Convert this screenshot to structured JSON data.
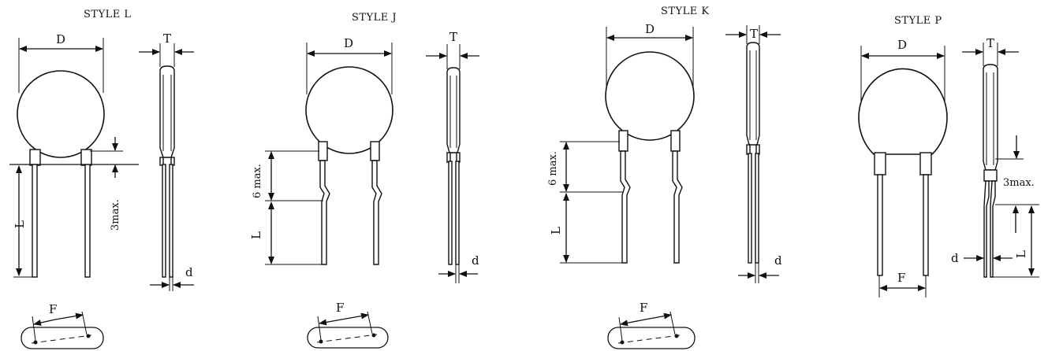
{
  "styles": [
    {
      "title": "STYLE L",
      "labels": {
        "D": "D",
        "T": "T",
        "L": "L",
        "d": "d",
        "F": "F",
        "max": "3max."
      }
    },
    {
      "title": "STYLE J",
      "labels": {
        "D": "D",
        "T": "T",
        "L": "L",
        "d": "d",
        "F": "F",
        "max": "6 max."
      }
    },
    {
      "title": "STYLE K",
      "labels": {
        "D": "D",
        "T": "T",
        "L": "L",
        "d": "d",
        "F": "F",
        "max": "6 max."
      }
    },
    {
      "title": "STYLE P",
      "labels": {
        "D": "D",
        "T": "T",
        "L": "L",
        "d": "d",
        "F": "F",
        "max": "3max."
      }
    }
  ],
  "colors": {
    "ink": "#111111",
    "background": "#ffffff"
  }
}
